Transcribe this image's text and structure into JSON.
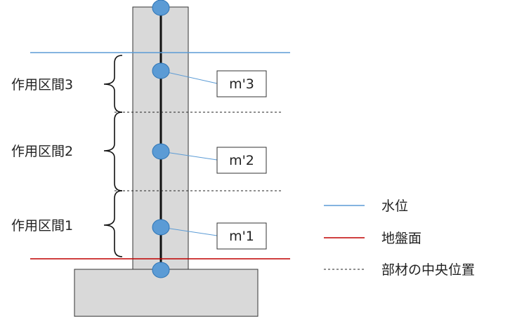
{
  "zones": [
    {
      "label": "作用区間3"
    },
    {
      "label": "作用区間2"
    },
    {
      "label": "作用区間1"
    }
  ],
  "moments": [
    "m'3",
    "m'2",
    "m'1"
  ],
  "legend": [
    {
      "label": "水位",
      "color": "#5b9bd5",
      "style": "solid"
    },
    {
      "label": "地盤面",
      "color": "#c00000",
      "style": "solid"
    },
    {
      "label": "部材の中央位置",
      "color": "#222222",
      "style": "dashed"
    }
  ],
  "colors": {
    "pier_fill": "#d9d9d9",
    "outline": "#333333",
    "node_fill": "#5b9bd5",
    "node_stroke": "#2e75b6",
    "leader": "#5b9bd5",
    "water": "#5b9bd5",
    "ground": "#c00000"
  }
}
